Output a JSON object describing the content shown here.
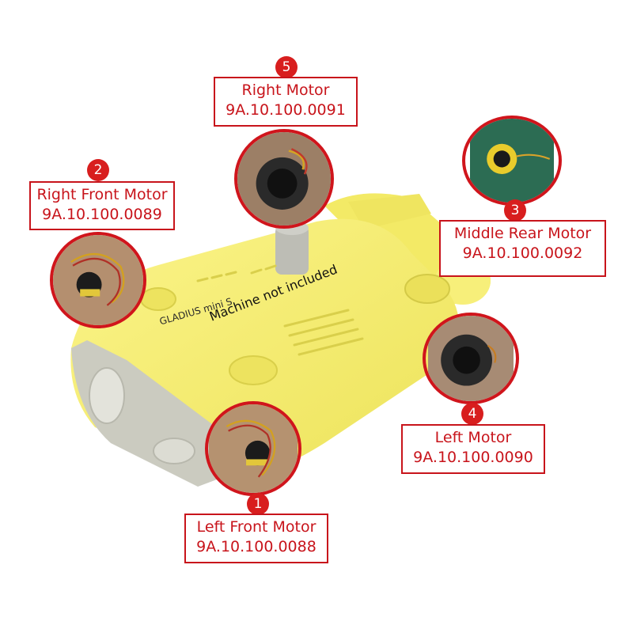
{
  "note": "Machine not included",
  "brand": {
    "logo_text": "GLADIUS mini S",
    "name_color": "#1a1a1a"
  },
  "colors": {
    "accent": "#c8141b",
    "drone_body": "#f5ec6a",
    "drone_shell": "#cfcfc4"
  },
  "motors": [
    {
      "number": "1",
      "name": "Left Front Motor",
      "code": "9A.10.100.0088"
    },
    {
      "number": "2",
      "name": "Right Front Motor",
      "code": "9A.10.100.0089"
    },
    {
      "number": "3",
      "name": "Middle Rear Motor",
      "code": "9A.10.100.0092"
    },
    {
      "number": "4",
      "name": "Left Motor",
      "code": "9A.10.100.0090"
    },
    {
      "number": "5",
      "name": "Right Motor",
      "code": "9A.10.100.0091"
    }
  ]
}
